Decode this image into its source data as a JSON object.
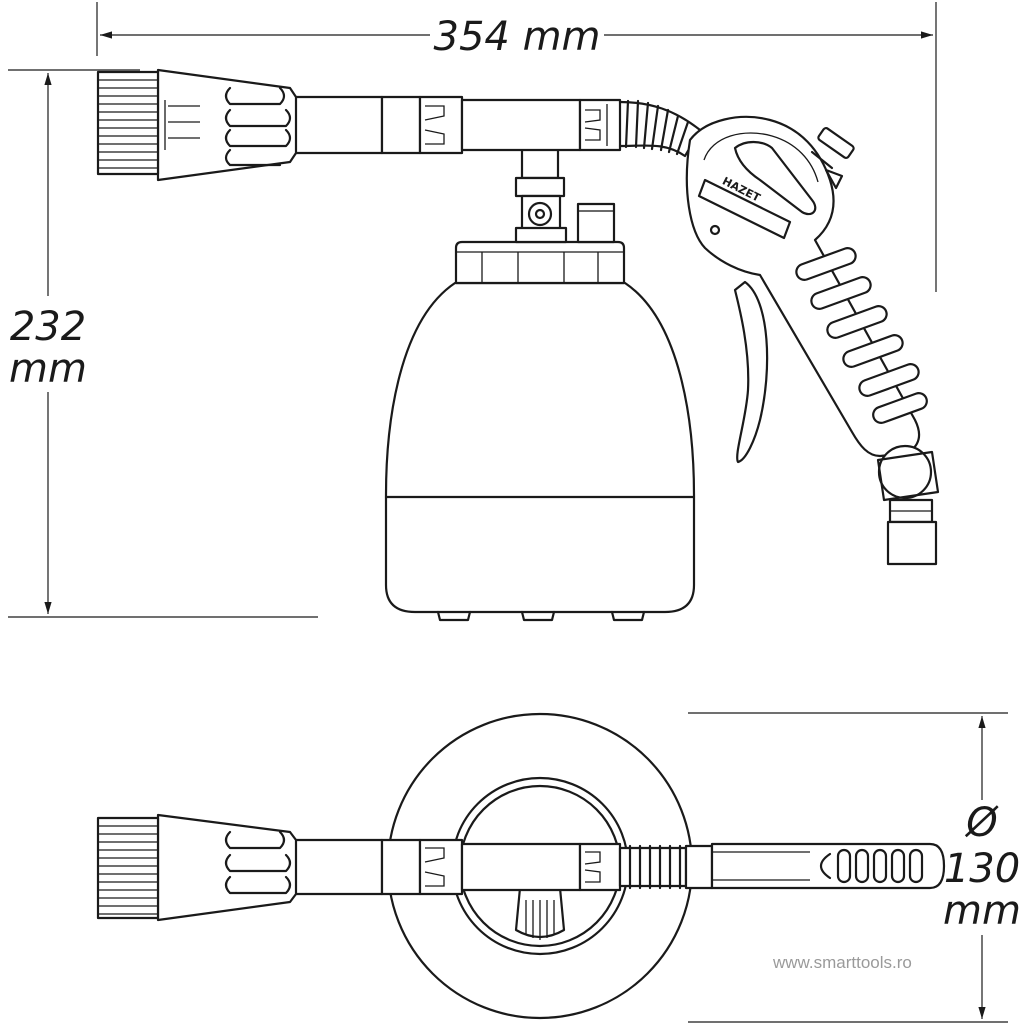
{
  "dimensions": {
    "length": "354 mm",
    "height_value": "232",
    "height_unit": "mm",
    "diameter_symbol": "Ø",
    "diameter_value": "130",
    "diameter_unit": "mm"
  },
  "brand_label": "HAZET",
  "watermark": "www.smarttools.ro",
  "colors": {
    "line": "#1a1a1a",
    "background": "#ffffff",
    "watermark": "#9a9a9a"
  }
}
